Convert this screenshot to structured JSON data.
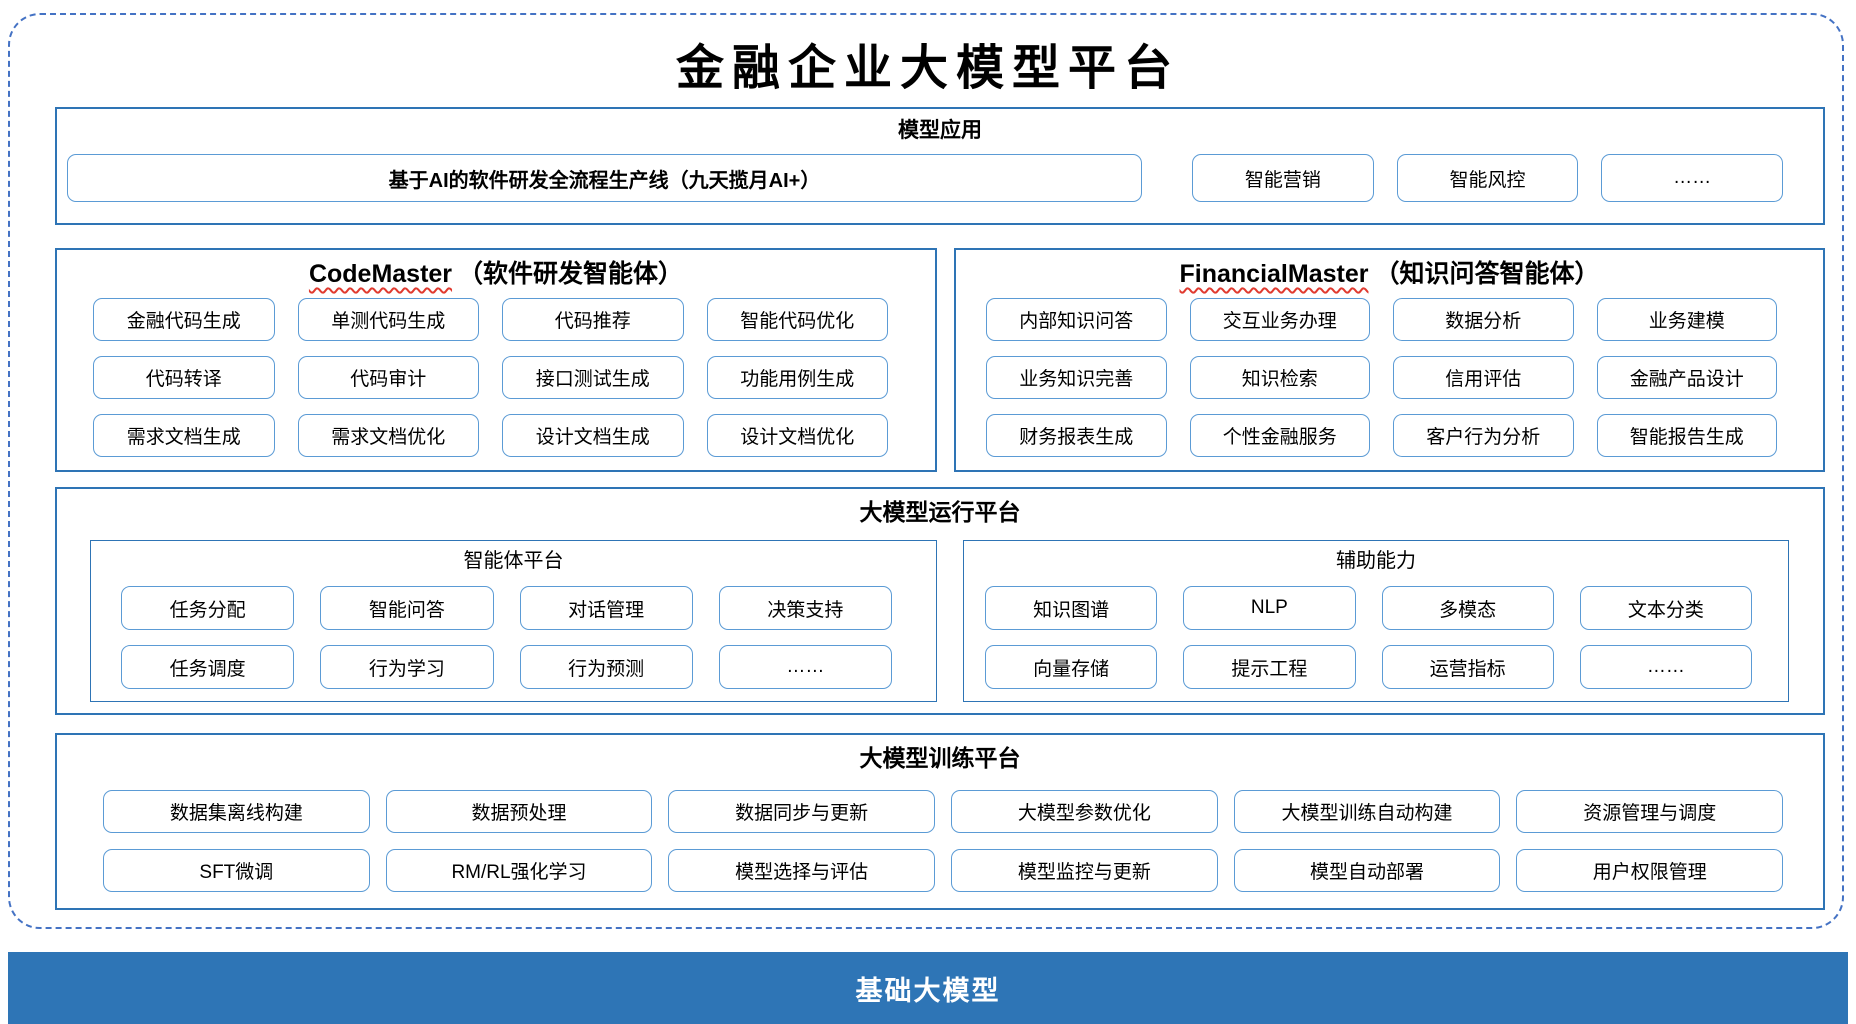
{
  "title": "金融企业大模型平台",
  "colors": {
    "section_border": "#2E74B5",
    "item_border": "#5B9BD5",
    "dashed_border": "#4472C4",
    "banner_bg": "#2E75B6",
    "spellcheck_underline": "#E03A2F"
  },
  "model_app": {
    "header": "模型应用",
    "main_item": "基于AI的软件研发全流程生产线（九天揽月AI+）",
    "items": [
      "智能营销",
      "智能风控",
      "……"
    ]
  },
  "code_master": {
    "title_en": "CodeMaster",
    "title_zh": "（软件研发智能体）",
    "rows": [
      [
        "金融代码生成",
        "单测代码生成",
        "代码推荐",
        "智能代码优化"
      ],
      [
        "代码转译",
        "代码审计",
        "接口测试生成",
        "功能用例生成"
      ],
      [
        "需求文档生成",
        "需求文档优化",
        "设计文档生成",
        "设计文档优化"
      ]
    ]
  },
  "financial_master": {
    "title_en": "FinancialMaster",
    "title_zh": "（知识问答智能体）",
    "rows": [
      [
        "内部知识问答",
        "交互业务办理",
        "数据分析",
        "业务建模"
      ],
      [
        "业务知识完善",
        "知识检索",
        "信用评估",
        "金融产品设计"
      ],
      [
        "财务报表生成",
        "个性金融服务",
        "客户行为分析",
        "智能报告生成"
      ]
    ]
  },
  "runtime_platform": {
    "header": "大模型运行平台",
    "agent_platform": {
      "title": "智能体平台",
      "rows": [
        [
          "任务分配",
          "智能问答",
          "对话管理",
          "决策支持"
        ],
        [
          "任务调度",
          "行为学习",
          "行为预测",
          "……"
        ]
      ]
    },
    "aux_ability": {
      "title": "辅助能力",
      "rows": [
        [
          "知识图谱",
          "NLP",
          "多模态",
          "文本分类"
        ],
        [
          "向量存储",
          "提示工程",
          "运营指标",
          "……"
        ]
      ]
    }
  },
  "training_platform": {
    "header": "大模型训练平台",
    "rows": [
      [
        "数据集离线构建",
        "数据预处理",
        "数据同步与更新",
        "大模型参数优化",
        "大模型训练自动构建",
        "资源管理与调度"
      ],
      [
        "SFT微调",
        "RM/RL强化学习",
        "模型选择与评估",
        "模型监控与更新",
        "模型自动部署",
        "用户权限管理"
      ]
    ]
  },
  "base_model": {
    "label": "基础大模型"
  }
}
